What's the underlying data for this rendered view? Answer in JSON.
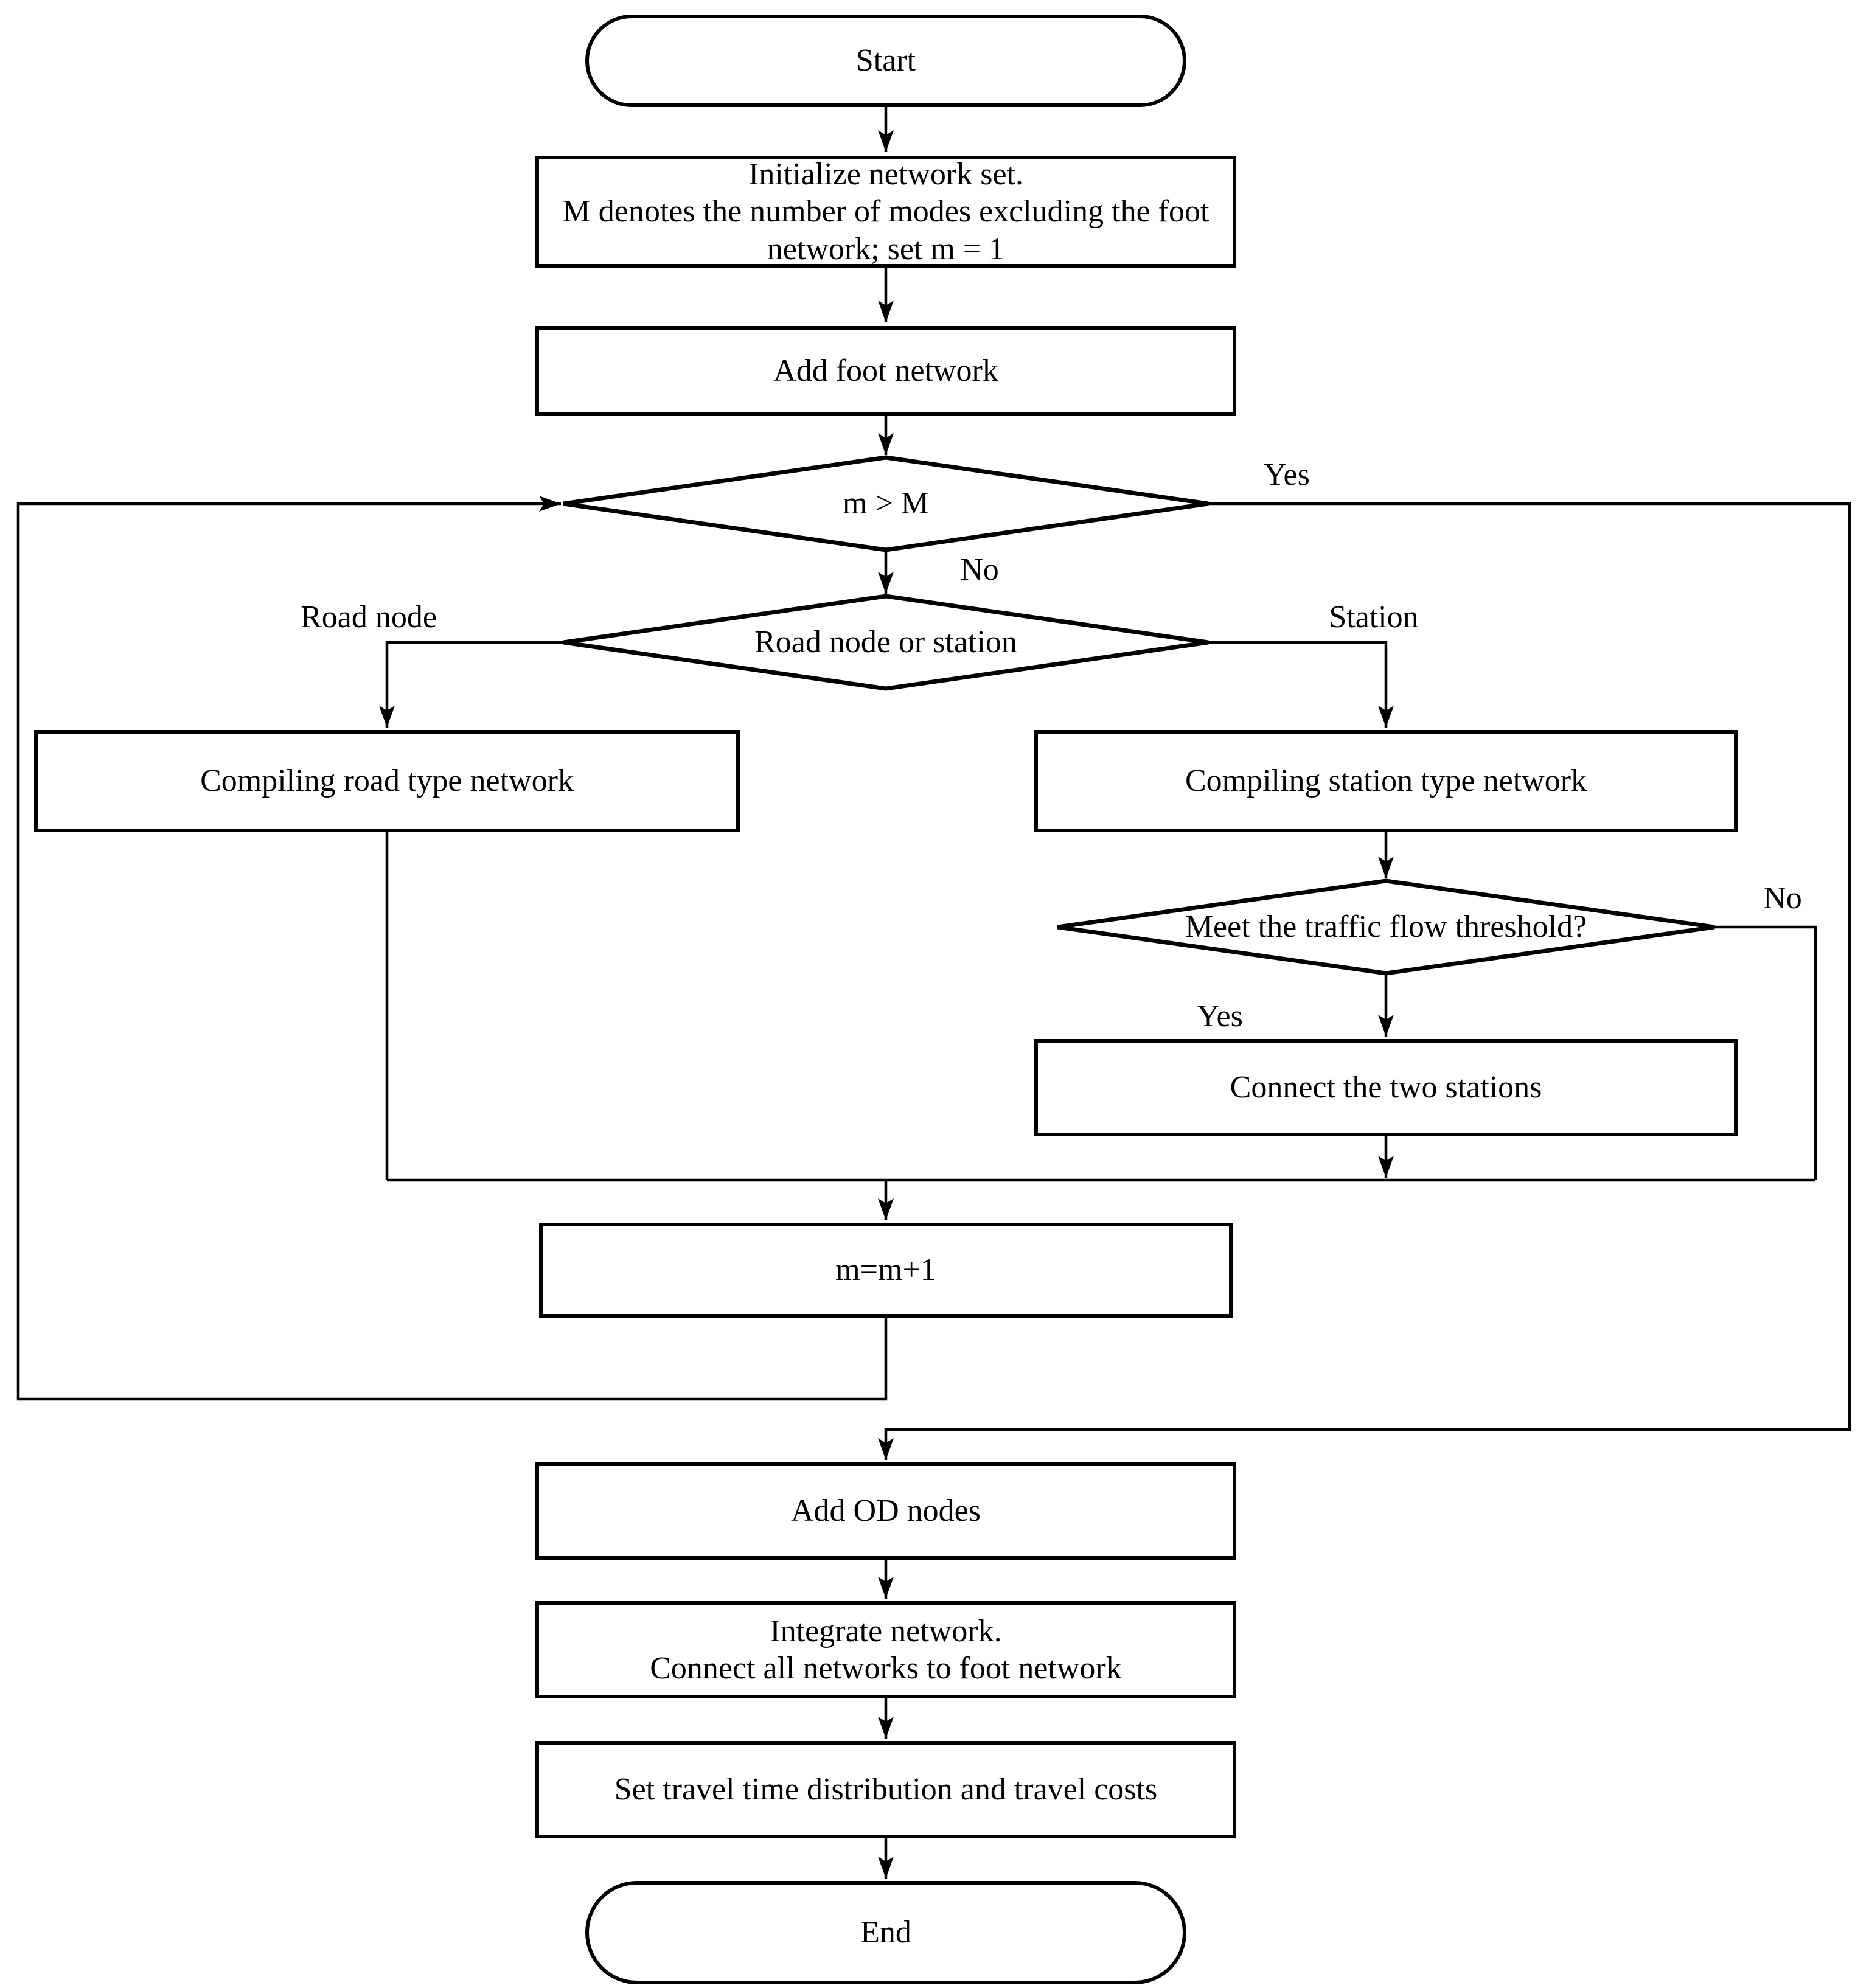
{
  "colors": {
    "stroke": "#000000",
    "background": "#ffffff"
  },
  "nodes": {
    "start": {
      "label": "Start",
      "shape": "terminator"
    },
    "initialize": {
      "label": "Initialize network set.\nM denotes the number of modes excluding the foot\nnetwork; set  m = 1",
      "shape": "process"
    },
    "add_foot_network": {
      "label": "Add foot network",
      "shape": "process"
    },
    "m_greater_than_M": {
      "label": "m > M",
      "shape": "decision"
    },
    "road_node_or_station": {
      "label": "Road node or station",
      "shape": "decision"
    },
    "compile_road": {
      "label": "Compiling road type network",
      "shape": "process"
    },
    "compile_station": {
      "label": "Compiling station type network",
      "shape": "process"
    },
    "traffic_flow_threshold": {
      "label": "Meet the traffic flow threshold?",
      "shape": "decision"
    },
    "connect_two_stations": {
      "label": "Connect the two stations",
      "shape": "process"
    },
    "increment_m": {
      "label": "m=m+1",
      "shape": "process"
    },
    "add_od_nodes": {
      "label": "Add OD nodes",
      "shape": "process"
    },
    "integrate_network": {
      "label": "Integrate network.\nConnect all networks to foot network",
      "shape": "process"
    },
    "set_travel_time": {
      "label": "Set travel time distribution and travel costs",
      "shape": "process"
    },
    "end": {
      "label": "End",
      "shape": "terminator"
    }
  },
  "edge_labels": {
    "m_gt_M_yes": "Yes",
    "m_gt_M_no": "No",
    "branch_road_node": "Road node",
    "branch_station": "Station",
    "threshold_no": "No",
    "threshold_yes": "Yes"
  }
}
